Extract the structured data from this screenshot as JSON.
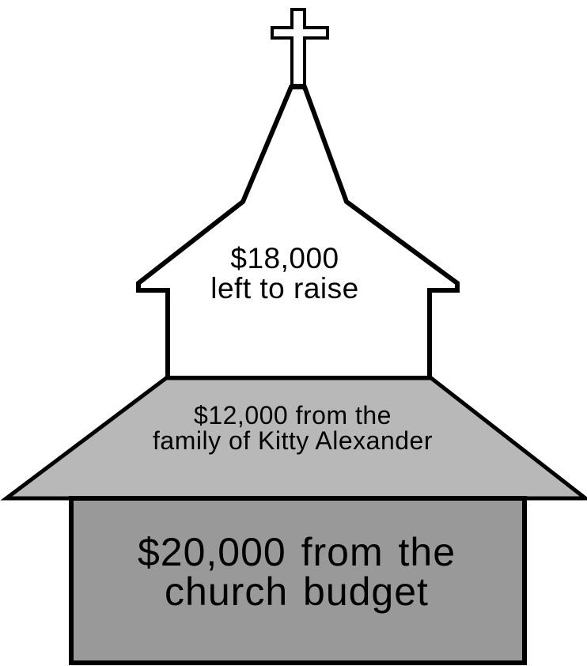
{
  "colors": {
    "background": "#ffffff",
    "outline": "#000000",
    "steeple_fill": "#ffffff",
    "roof_fill": "#b8b8b8",
    "base_fill": "#999999"
  },
  "segments": [
    {
      "id": "steeple",
      "amount": 18000,
      "lines": [
        "$18,000",
        "left to raise"
      ]
    },
    {
      "id": "roof",
      "amount": 12000,
      "lines": [
        "$12,000 from the",
        "family of Kitty Alexander"
      ]
    },
    {
      "id": "base",
      "amount": 20000,
      "lines": [
        "$20,000 from the",
        "church budget"
      ]
    }
  ]
}
